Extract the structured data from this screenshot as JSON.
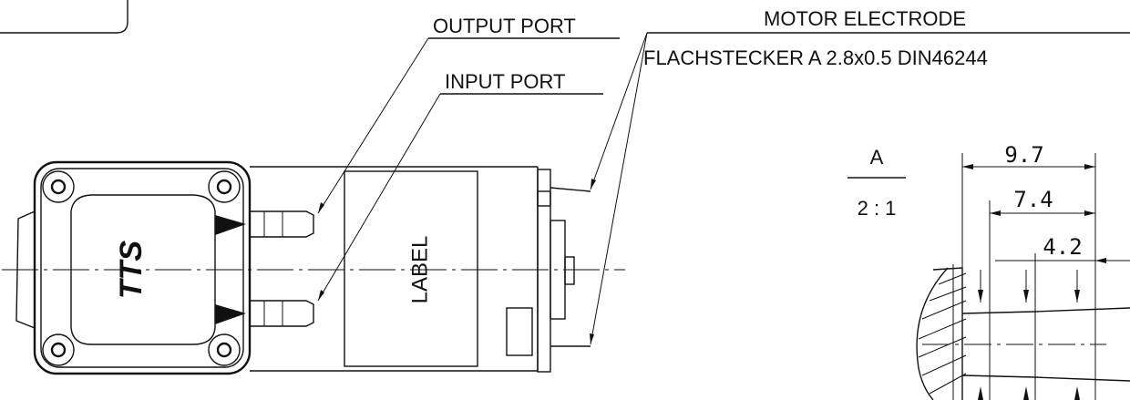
{
  "callouts": {
    "output_port": "OUTPUT PORT",
    "input_port": "INPUT PORT",
    "motor_electrode": "MOTOR ELECTRODE",
    "connector_spec": "FLACHSTECKER A 2.8x0.5 DIN46244"
  },
  "body_label": "LABEL",
  "logo_text": "TTS",
  "detail": {
    "view": "A",
    "scale": "2 : 1",
    "dimensions": [
      "9.7",
      "7.4",
      "4.2"
    ]
  }
}
